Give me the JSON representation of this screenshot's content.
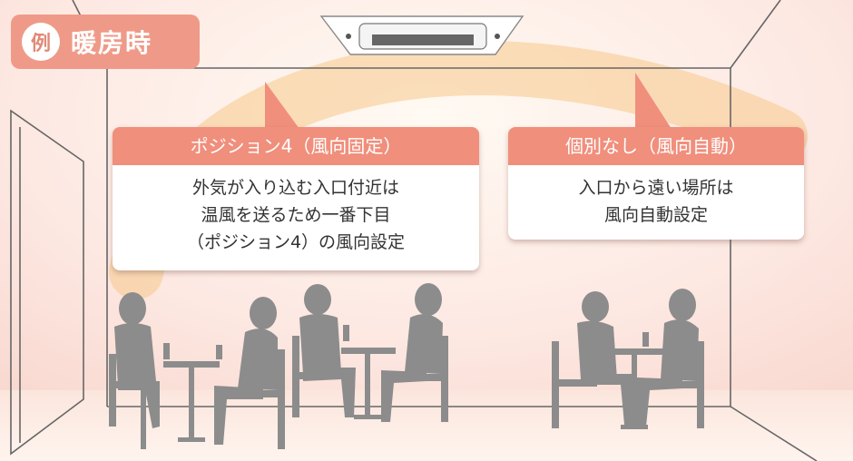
{
  "example_tag": {
    "badge": "例",
    "label": "暖房時"
  },
  "bubble_left": {
    "title": "ポジション4（風向固定）",
    "lines": [
      "外気が入り込む入口付近は",
      "温風を送るため一番下目",
      "（ポジション4）の風向設定"
    ]
  },
  "bubble_right": {
    "title": "個別なし（風向自動）",
    "lines": [
      "入口から遠い場所は",
      "風向自動設定"
    ]
  },
  "colors": {
    "accent": "#f08f7c",
    "tag": "#ef9a88",
    "airflow": "#f5c98a",
    "silhouette": "#8c8c8c",
    "room_line": "#666666"
  },
  "icons": [
    "ceiling-ac-unit-icon",
    "door-icon",
    "person-silhouette-icon",
    "cafe-table-icon",
    "chair-icon"
  ]
}
